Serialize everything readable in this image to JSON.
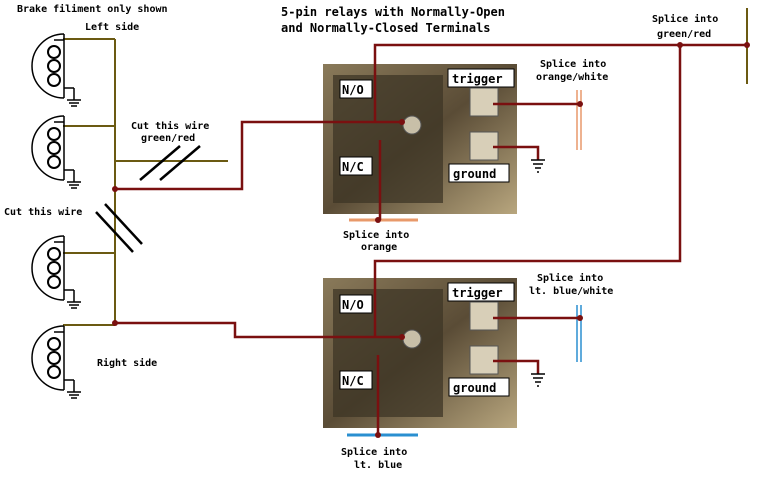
{
  "title": {
    "line1": "5-pin relays with Normally-Open",
    "line2": "and Normally-Closed Terminals"
  },
  "labels": {
    "brake_note": "Brake filiment only shown",
    "left_side": "Left side",
    "right_side": "Right side",
    "cut_green_red_1": "Cut this wire",
    "cut_green_red_2": "green/red",
    "cut_this_wire": "Cut this wire",
    "splice_green_red_1": "Splice into",
    "splice_green_red_2": "green/red",
    "splice_orange_white_1": "Splice into",
    "splice_orange_white_2": "orange/white",
    "splice_orange_1": "Splice into",
    "splice_orange_2": "orange",
    "splice_blue_white_1": "Splice into",
    "splice_blue_white_2": "lt. blue/white",
    "splice_blue_1": "Splice into",
    "splice_blue_2": "lt. blue"
  },
  "relays": [
    {
      "no": "N/O",
      "nc": "N/C",
      "trigger": "trigger",
      "ground": "ground"
    },
    {
      "no": "N/O",
      "nc": "N/C",
      "trigger": "trigger",
      "ground": "ground"
    }
  ],
  "colors": {
    "wire_red": "#7a1010",
    "wire_olive": "#6b5a12",
    "splice_orange": "#e8996a",
    "splice_blue": "#2a8fd0",
    "bulb": "#000000"
  }
}
